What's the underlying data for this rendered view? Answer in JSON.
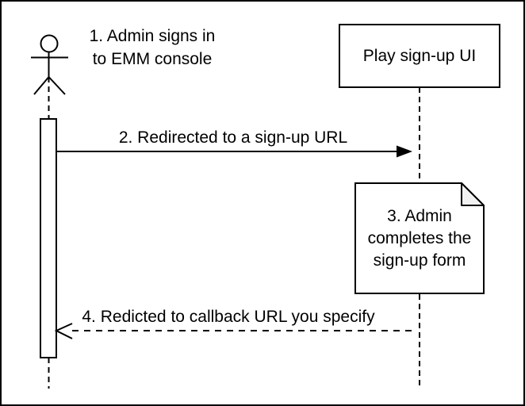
{
  "diagram_type": "uml-sequence",
  "colors": {
    "line": "#000000",
    "background": "#ffffff",
    "shape_fill": "#ffffff",
    "note_fold_fill": "#f2f2f2",
    "text": "#000000"
  },
  "actor": {
    "label_lines": [
      "1. Admin signs in",
      "to EMM console"
    ]
  },
  "participant": {
    "label": "Play sign-up UI"
  },
  "messages": [
    {
      "label": "2. Redirected to a sign-up URL",
      "line_style": "solid",
      "arrowhead": "filled",
      "direction": "left-to-right"
    },
    {
      "label": "4. Redicted to callback URL you specify",
      "line_style": "dashed",
      "arrowhead": "open",
      "direction": "right-to-left"
    }
  ],
  "note": {
    "label_lines": [
      "3. Admin",
      "completes the",
      "sign-up form"
    ]
  }
}
